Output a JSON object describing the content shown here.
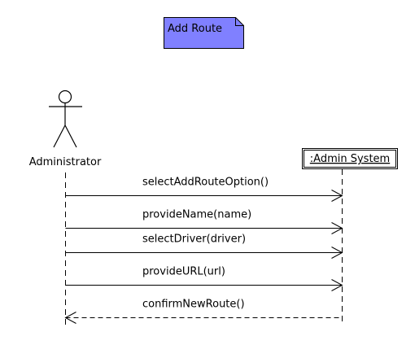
{
  "note": {
    "label": "Add Route",
    "fill": "#8080ff"
  },
  "actor": {
    "label": "Administrator"
  },
  "object": {
    "label": ":Admin System"
  },
  "messages": [
    {
      "label": "selectAddRouteOption()",
      "kind": "sync"
    },
    {
      "label": "provideName(name)",
      "kind": "sync"
    },
    {
      "label": "selectDriver(driver)",
      "kind": "sync"
    },
    {
      "label": "provideURL(url)",
      "kind": "sync"
    },
    {
      "label": "confirmNewRoute()",
      "kind": "return"
    }
  ]
}
